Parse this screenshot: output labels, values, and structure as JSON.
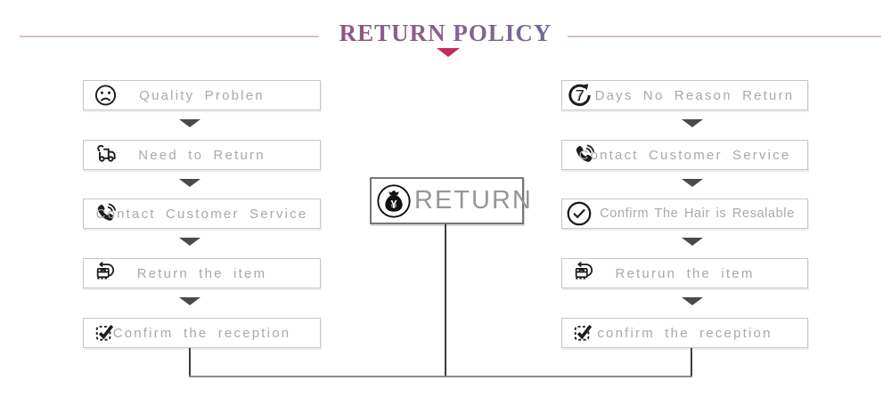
{
  "title": {
    "text": "RETURN POLICY",
    "gradient_start": "#a52a52",
    "gradient_end": "#3a80ba",
    "divider_color": "#dcbdc7",
    "caret_color": "#c72a60"
  },
  "center": {
    "label": "RETURN",
    "icon": "money-bag-icon"
  },
  "left_flow": {
    "steps": [
      {
        "icon": "sad-face-icon",
        "label": "Quality Problen"
      },
      {
        "icon": "delivery-truck-icon",
        "label": "Need to Return"
      },
      {
        "icon": "phone-icon",
        "label": "Contact Customer Service"
      },
      {
        "icon": "return-package-icon",
        "label": "Return the item"
      },
      {
        "icon": "checked-checkbox-icon",
        "label": "Confirm the reception"
      }
    ]
  },
  "right_flow": {
    "steps": [
      {
        "icon": "seven-days-return-icon",
        "label": "7 Days No Reason Return"
      },
      {
        "icon": "phone-icon",
        "label": "Contact Customer Service"
      },
      {
        "icon": "check-circle-icon",
        "label": "Confirm The Hair is Resalable"
      },
      {
        "icon": "return-package-icon",
        "label": "Returun the item"
      },
      {
        "icon": "checked-checkbox-icon",
        "label": "confirm the reception"
      }
    ]
  },
  "colors": {
    "box_border": "#c8c8c8",
    "step_text": "#a9a9a9",
    "icon_ink": "#1c1c1c",
    "arrow": "#4a4a4a",
    "connector": "#3c3c3c"
  }
}
